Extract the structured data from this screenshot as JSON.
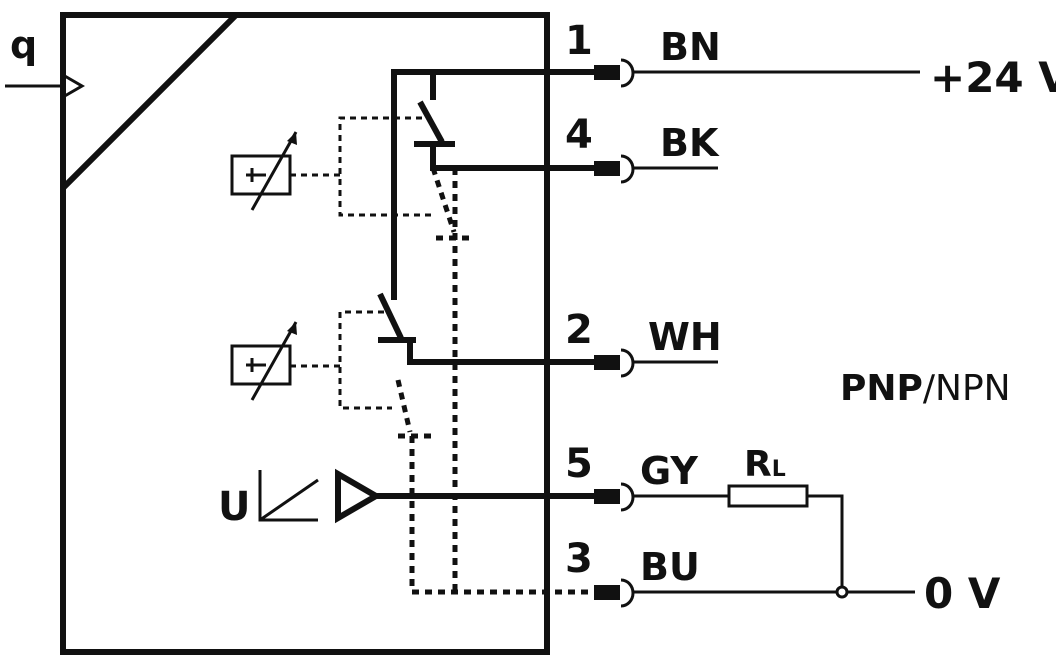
{
  "input_label": "q",
  "supply_positive": "+24 V",
  "supply_ground": "0 V",
  "analog_label": "U",
  "output_mode": {
    "active": "PNP",
    "separator": "/",
    "alternative": "NPN"
  },
  "load_resistor": {
    "symbol": "R",
    "subscript": "L"
  },
  "pins": [
    {
      "number": "1",
      "wire": "BN"
    },
    {
      "number": "4",
      "wire": "BK"
    },
    {
      "number": "2",
      "wire": "WH"
    },
    {
      "number": "5",
      "wire": "GY"
    },
    {
      "number": "3",
      "wire": "BU"
    }
  ]
}
